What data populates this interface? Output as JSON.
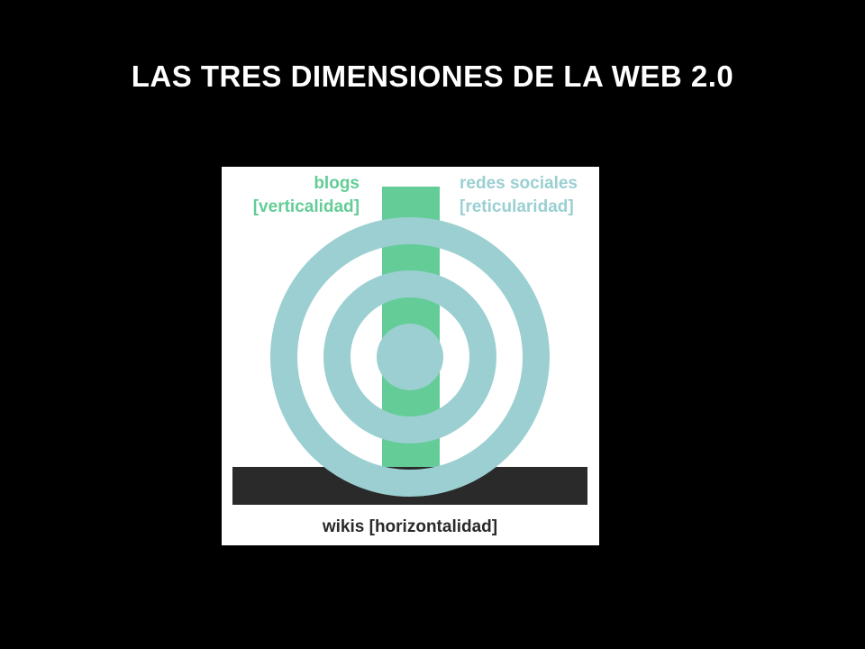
{
  "slide": {
    "title": "LAS TRES DIMENSIONES DE LA WEB 2.0"
  },
  "diagram": {
    "blogs": {
      "name": "blogs",
      "dimension": "[verticalidad]",
      "color": "#63cc97"
    },
    "redes_sociales": {
      "name": "redes sociales",
      "dimension": "[reticularidad]",
      "color": "#9bcfd1"
    },
    "wikis": {
      "label": "wikis [horizontalidad]",
      "color": "#2a2a2a"
    },
    "background_color": "#ffffff"
  }
}
